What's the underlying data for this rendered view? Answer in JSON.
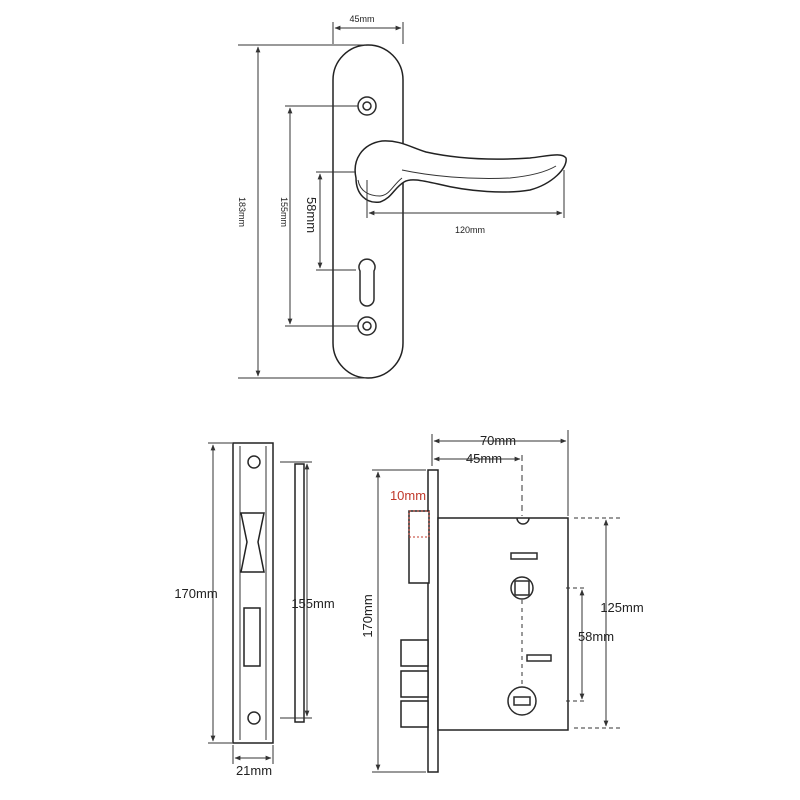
{
  "top": {
    "plate_width": "45mm",
    "plate_height": "183mm",
    "screw_spacing": "155mm",
    "handle_to_key": "58mm",
    "handle_length": "120mm"
  },
  "bottom_left": {
    "total_height": "170mm",
    "screw_spacing": "155mm",
    "faceplate_width": "21mm"
  },
  "bottom_right": {
    "width_total": "70mm",
    "backset": "45mm",
    "offset": "10mm",
    "height": "170mm",
    "screw_spacing": "125mm",
    "handle_to_key": "58mm"
  },
  "colors": {
    "line": "#2b2b2b",
    "accent": "#c0392b"
  }
}
